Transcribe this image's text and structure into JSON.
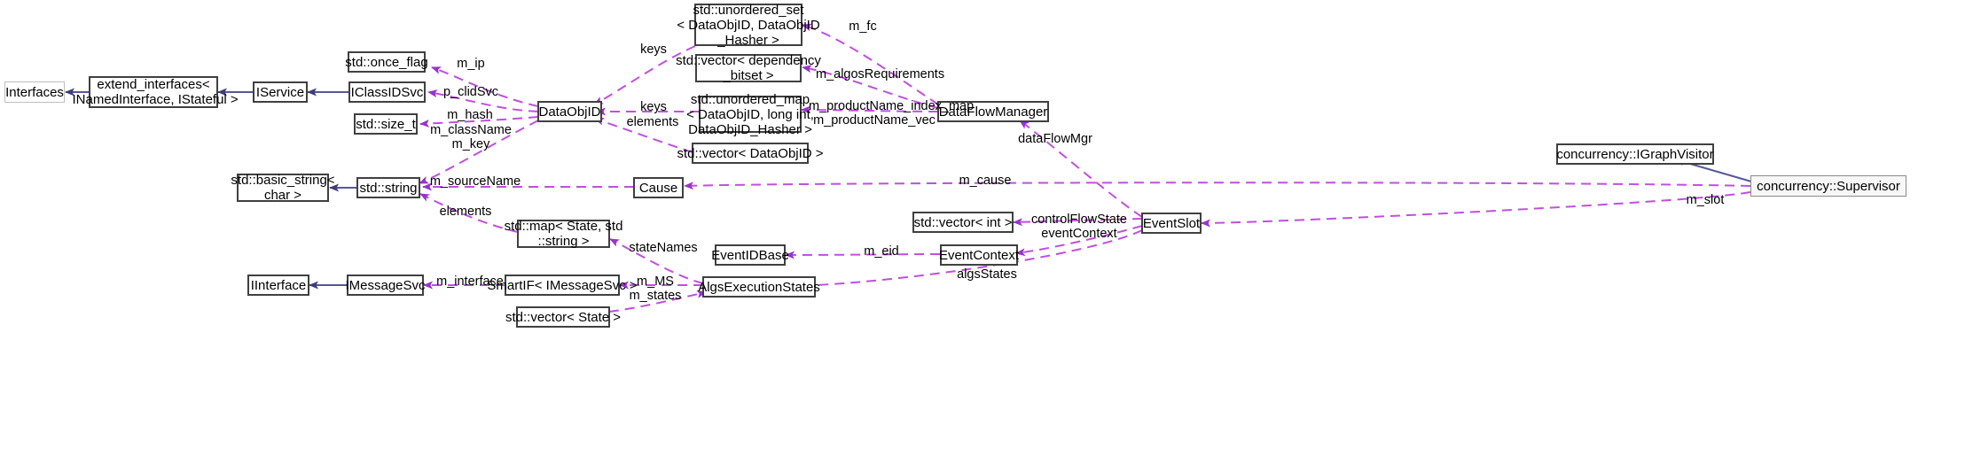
{
  "diagram": {
    "kind": "uml-collaboration-diagram",
    "root": "concurrency::Supervisor",
    "colors": {
      "inheritance_edge": "#3d3d7a",
      "usage_edge": "#9a32cd",
      "node_border": "#2a2a2a",
      "node_border_faint": "#bfbfbf",
      "node_fill": "#ffffff",
      "root_fill": "#f7f7f7",
      "text": "#000000"
    }
  },
  "nodes": [
    {
      "id": "interfaces",
      "label": "Interfaces"
    },
    {
      "id": "extend_interfaces",
      "label": "extend_interfaces<\n INamedInterface, IStateful >"
    },
    {
      "id": "iservice",
      "label": "IService"
    },
    {
      "id": "once_flag",
      "label": "std::once_flag"
    },
    {
      "id": "iclassidsvc",
      "label": "IClassIDSvc"
    },
    {
      "id": "size_t",
      "label": "std::size_t"
    },
    {
      "id": "dataobjid",
      "label": "DataObjID"
    },
    {
      "id": "unordered_set",
      "label": "std::unordered_set\n< DataObjID, DataObjID\n_Hasher >"
    },
    {
      "id": "vector_dependency",
      "label": "std::vector< dependency\n_bitset >"
    },
    {
      "id": "unordered_map",
      "label": "std::unordered_map\n< DataObjID, long int,\nDataObjID_Hasher >"
    },
    {
      "id": "vector_dataobjid",
      "label": "std::vector< DataObjID >"
    },
    {
      "id": "dataflowmanager",
      "label": "DataFlowManager"
    },
    {
      "id": "basic_string",
      "label": "std::basic_string<\nchar >"
    },
    {
      "id": "std_string",
      "label": "std::string"
    },
    {
      "id": "cause",
      "label": "Cause"
    },
    {
      "id": "igraphvisitor",
      "label": "concurrency::IGraphVisitor"
    },
    {
      "id": "supervisor",
      "label": "concurrency::Supervisor"
    },
    {
      "id": "vector_int",
      "label": "std::vector< int >"
    },
    {
      "id": "eventslot",
      "label": "EventSlot"
    },
    {
      "id": "map_state_string",
      "label": "std::map< State, std\n::string >"
    },
    {
      "id": "eventidbase",
      "label": "EventIDBase"
    },
    {
      "id": "eventcontext",
      "label": "EventContext"
    },
    {
      "id": "iinterface",
      "label": "IInterface"
    },
    {
      "id": "imessagesvc",
      "label": "IMessageSvc"
    },
    {
      "id": "smartif_imessagesvc",
      "label": "SmartIF< IMessageSvc >"
    },
    {
      "id": "algsexecutionstates",
      "label": "AlgsExecutionStates"
    },
    {
      "id": "vector_state",
      "label": "std::vector< State >"
    }
  ],
  "edge_labels": [
    {
      "id": "m_ip",
      "text": "m_ip"
    },
    {
      "id": "p_clidSvc",
      "text": "p_clidSvc"
    },
    {
      "id": "m_hash",
      "text": "m_hash"
    },
    {
      "id": "m_className_m_key",
      "text": "m_className\nm_key"
    },
    {
      "id": "keys_top",
      "text": "keys"
    },
    {
      "id": "keys_mid",
      "text": "keys"
    },
    {
      "id": "elements_dataobjid",
      "text": "elements"
    },
    {
      "id": "m_fc",
      "text": "m_fc"
    },
    {
      "id": "m_algosRequirements",
      "text": "m_algosRequirements"
    },
    {
      "id": "m_productName",
      "text": "m_productName_index_map\nm_productName_vec"
    },
    {
      "id": "dataFlowMgr",
      "text": "dataFlowMgr"
    },
    {
      "id": "m_sourceName",
      "text": "m_sourceName"
    },
    {
      "id": "m_cause",
      "text": "m_cause"
    },
    {
      "id": "elements_string",
      "text": "elements"
    },
    {
      "id": "stateNames",
      "text": "stateNames"
    },
    {
      "id": "controlFlowState_eventContext",
      "text": "controlFlowState\neventContext"
    },
    {
      "id": "m_eid",
      "text": "m_eid"
    },
    {
      "id": "algsStates",
      "text": "algsStates"
    },
    {
      "id": "m_slot",
      "text": "m_slot"
    },
    {
      "id": "m_interface",
      "text": "m_interface"
    },
    {
      "id": "m_MS_m_states",
      "text": "m_MS\nm_states"
    }
  ]
}
